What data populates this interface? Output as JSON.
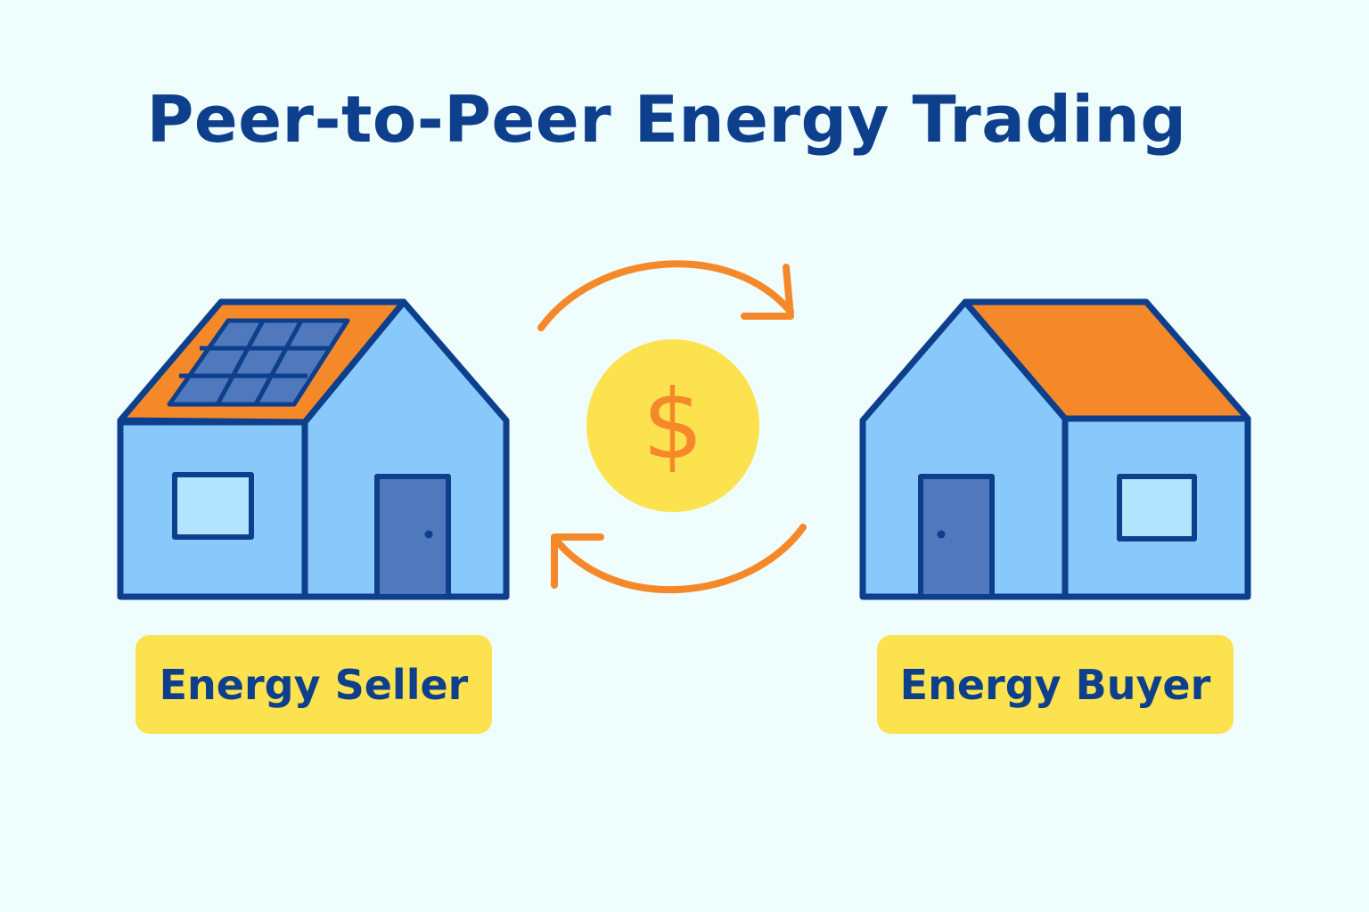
{
  "title": "Peer-to-Peer Energy Trading",
  "seller": {
    "label": "Energy Seller",
    "icon": "house-with-solar-panel-icon"
  },
  "buyer": {
    "label": "Energy Buyer",
    "icon": "house-icon"
  },
  "exchange": {
    "coin_symbol": "$",
    "coin_icon": "dollar-coin-icon",
    "arrow_icons": [
      "arrow-to-buyer-icon",
      "arrow-to-seller-icon"
    ]
  },
  "colors": {
    "background": "#effdfc",
    "outline": "#0d3f8c",
    "wall": "#88c8fb",
    "roof": "#f5892a",
    "solar_panel": "#4f79bc",
    "window": "#b2e4fd",
    "door": "#4f79bc",
    "coin": "#fce24f",
    "arrow": "#f5892a",
    "label_bg": "#fce24f"
  }
}
